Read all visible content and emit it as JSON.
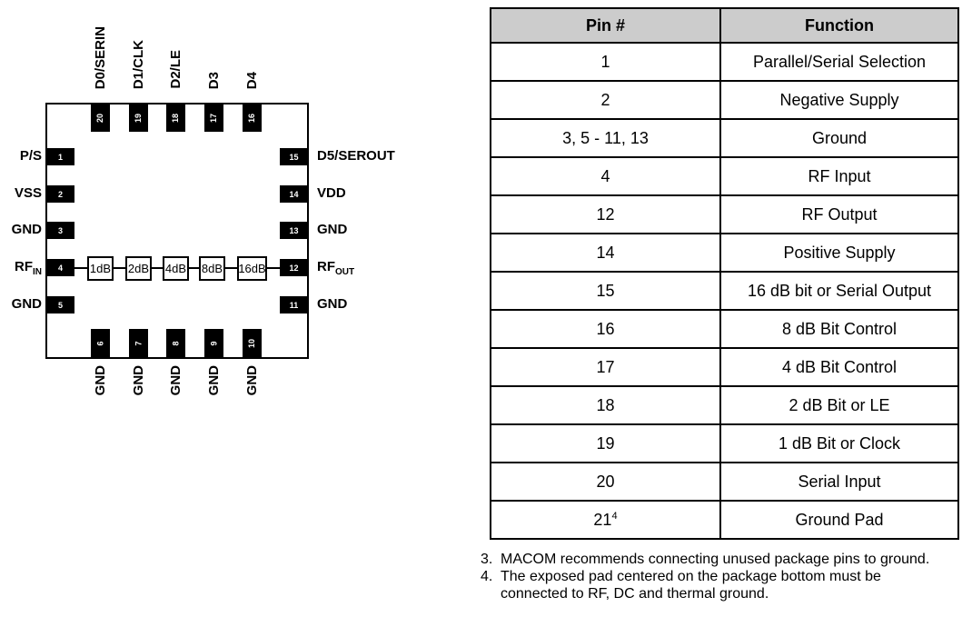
{
  "diagram": {
    "left_pins": [
      {
        "num": "1",
        "label": "P/S"
      },
      {
        "num": "2",
        "label": "VSS"
      },
      {
        "num": "3",
        "label": "GND"
      },
      {
        "num": "4",
        "label": "RF",
        "sub": "IN"
      },
      {
        "num": "5",
        "label": "GND"
      }
    ],
    "right_pins": [
      {
        "num": "15",
        "label": "D5/SEROUT"
      },
      {
        "num": "14",
        "label": "VDD"
      },
      {
        "num": "13",
        "label": "GND"
      },
      {
        "num": "12",
        "label": "RF",
        "sub": "OUT"
      },
      {
        "num": "11",
        "label": "GND"
      }
    ],
    "top_pins": [
      {
        "num": "20",
        "label": "D0/SERIN"
      },
      {
        "num": "19",
        "label": "D1/CLK"
      },
      {
        "num": "18",
        "label": "D2/LE"
      },
      {
        "num": "17",
        "label": "D3"
      },
      {
        "num": "16",
        "label": "D4"
      }
    ],
    "bottom_pins": [
      {
        "num": "6",
        "label": "GND"
      },
      {
        "num": "7",
        "label": "GND"
      },
      {
        "num": "8",
        "label": "GND"
      },
      {
        "num": "9",
        "label": "GND"
      },
      {
        "num": "10",
        "label": "GND"
      }
    ],
    "attenuators": [
      "1dB",
      "2dB",
      "4dB",
      "8dB",
      "16dB"
    ]
  },
  "table": {
    "headers": [
      "Pin #",
      "Function"
    ],
    "rows": [
      {
        "pin": "1",
        "func": "Parallel/Serial Selection"
      },
      {
        "pin": "2",
        "func": "Negative Supply"
      },
      {
        "pin": "3, 5 - 11, 13",
        "func": "Ground"
      },
      {
        "pin": "4",
        "func": "RF Input"
      },
      {
        "pin": "12",
        "func": "RF Output"
      },
      {
        "pin": "14",
        "func": "Positive Supply"
      },
      {
        "pin": "15",
        "func": "16 dB bit or Serial Output"
      },
      {
        "pin": "16",
        "func": "8 dB Bit Control"
      },
      {
        "pin": "17",
        "func": "4 dB Bit Control"
      },
      {
        "pin": "18",
        "func": "2 dB Bit or LE"
      },
      {
        "pin": "19",
        "func": "1 dB Bit or Clock"
      },
      {
        "pin": "20",
        "func": "Serial Input"
      },
      {
        "pin": "21",
        "pin_sup": "4",
        "func": "Ground Pad"
      }
    ]
  },
  "footnotes": [
    {
      "num": "3.",
      "text": "MACOM recommends connecting unused package pins to ground."
    },
    {
      "num": "4.",
      "text": "The exposed pad centered on the package bottom must be connected to RF, DC and thermal ground."
    }
  ],
  "colors": {
    "header_bg": "#cccccc",
    "pin_fill": "#000000",
    "border": "#000000"
  }
}
